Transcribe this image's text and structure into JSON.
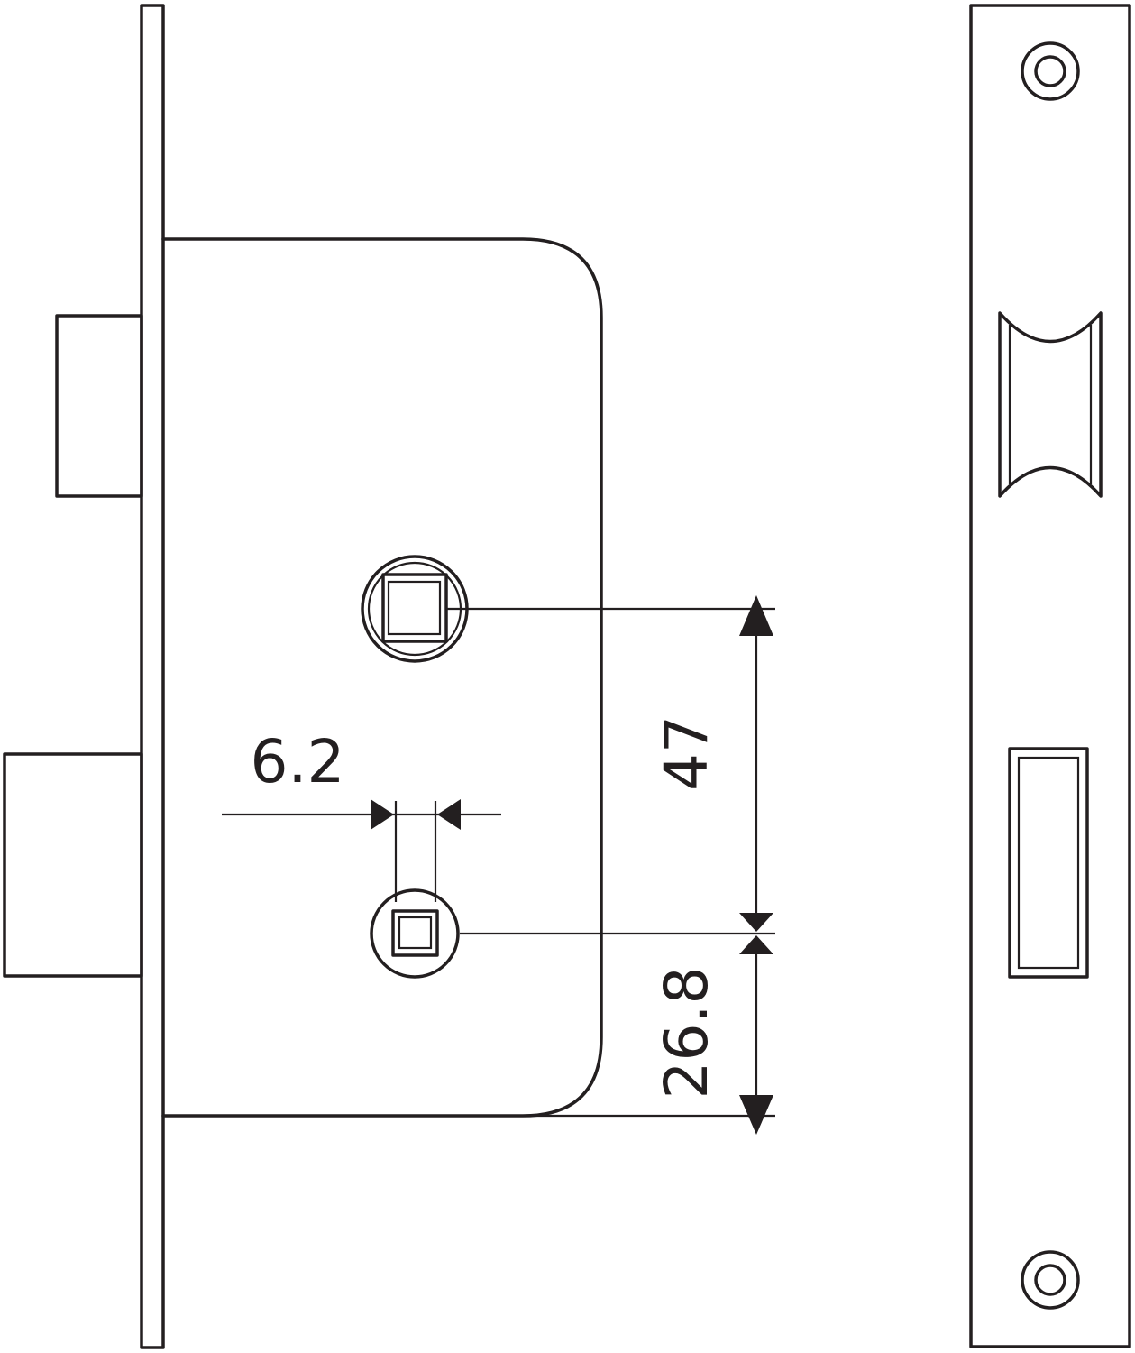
{
  "diagram": {
    "dimensions": {
      "handle_to_key_spacing": "47",
      "key_to_bottom": "26.8",
      "key_square": "6.2"
    },
    "colors": {
      "line": "#231f20",
      "background": "#ffffff"
    }
  }
}
